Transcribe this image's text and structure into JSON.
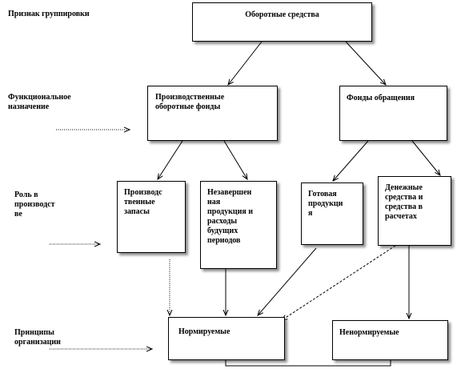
{
  "labels": {
    "grouping": "Признак группировки",
    "function": "Функциональное\nназначение",
    "role": "Роль в\nпроизводст\nве",
    "principles": "Принципы\nорганизации"
  },
  "nodes": {
    "root": "Оборотные средства",
    "production_funds": "Производственные\nоборотные фонды",
    "circulation_funds": "Фонды обращения",
    "stocks": "Производс\nтвенные\nзапасы",
    "wip": "Незавершен\nная\nпродукция и\nрасходы\nбудущих\nпериодов",
    "finished": "Готовая\nпродукци\nя",
    "cash": "Денежные\nсредства и\nсредства в\nрасчетах",
    "normed": "Нормируемые",
    "nonnormed": "Ненормируемые"
  }
}
